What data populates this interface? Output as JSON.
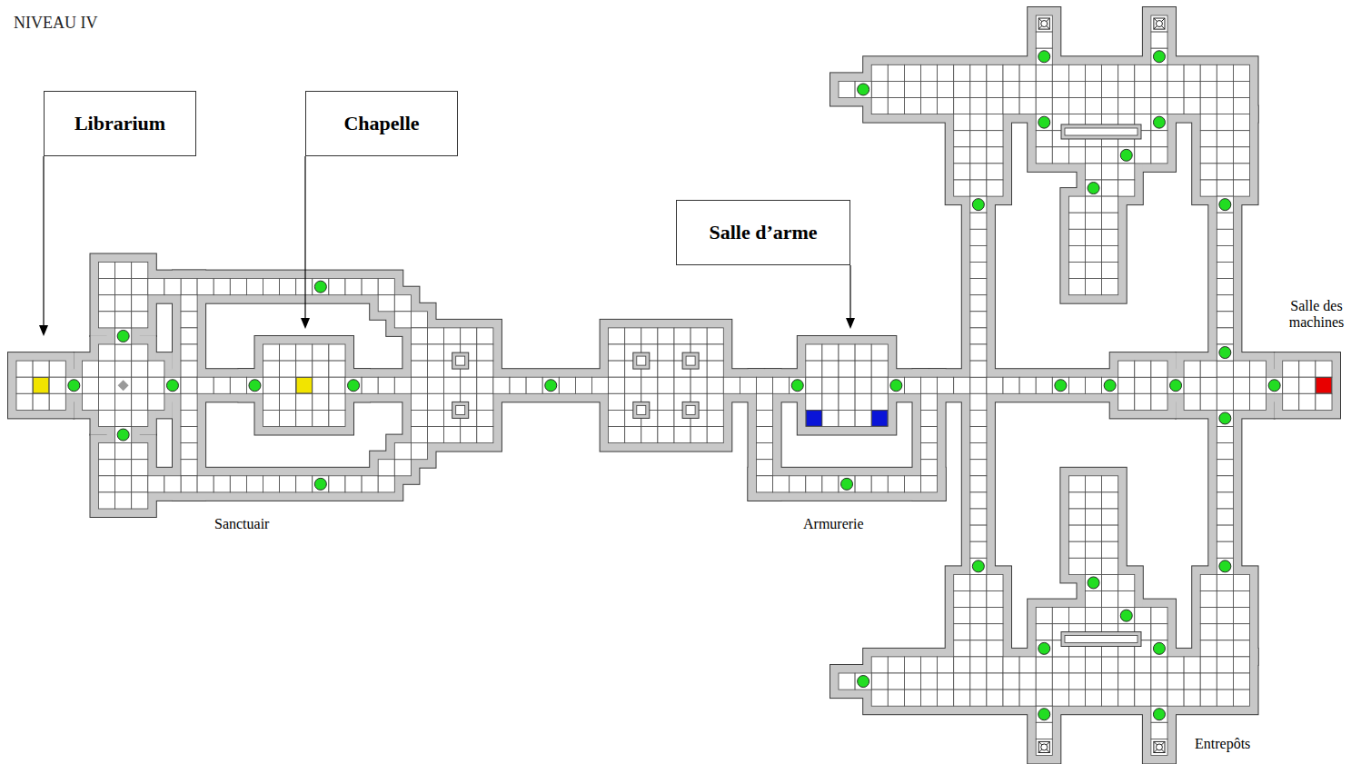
{
  "diagram": {
    "title": "NIVEAU IV",
    "nodes": [
      {
        "text": [
          "Librarium"
        ]
      },
      {
        "text": [
          "Chapelle"
        ]
      },
      {
        "text": [
          "Salle d’arme"
        ]
      }
    ],
    "labels": [
      "Sanctuair",
      "Armurerie",
      "Salle des machines",
      "Entrepôts"
    ]
  }
}
